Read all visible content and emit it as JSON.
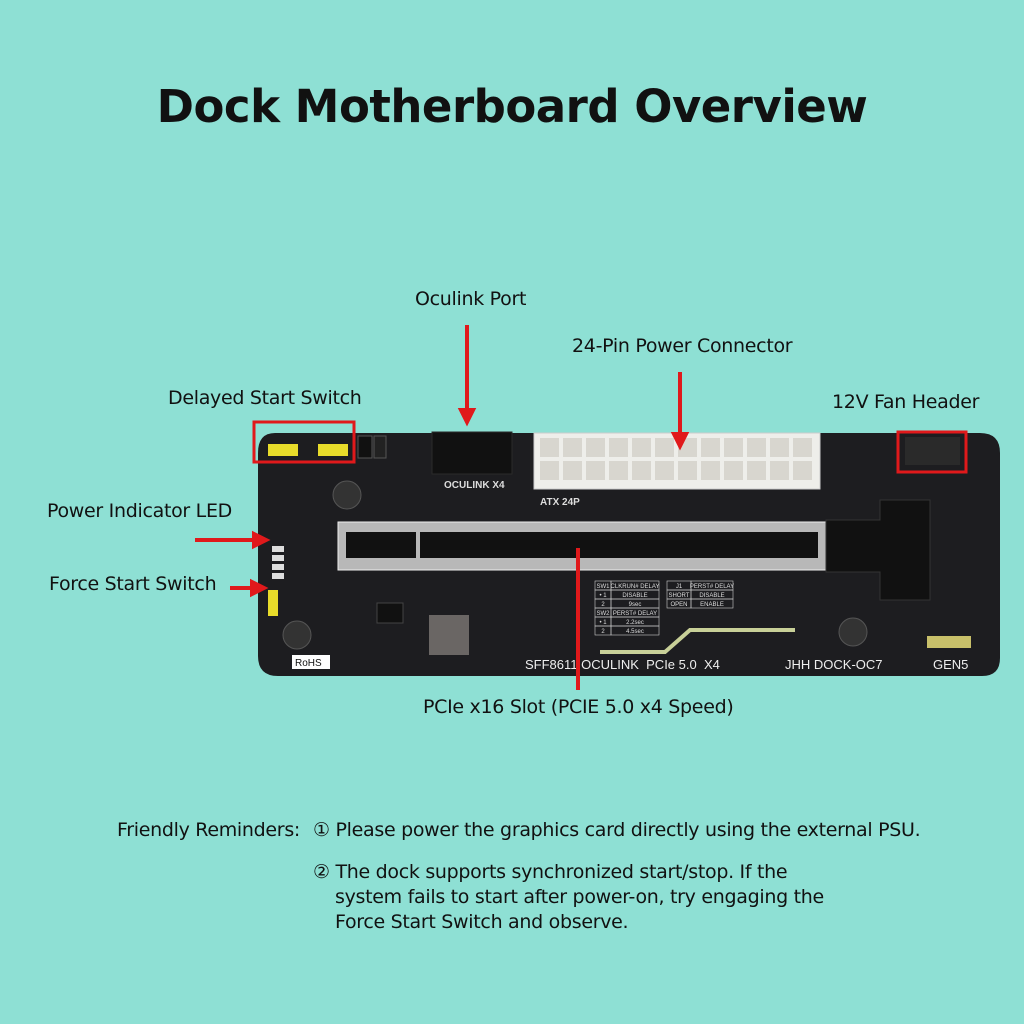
{
  "title": "Dock Motherboard Overview",
  "callouts": {
    "oculink_port": "Oculink Port",
    "power_connector": "24-Pin Power Connector",
    "delayed_start": "Delayed Start Switch",
    "fan_header": "12V Fan Header",
    "power_led": "Power Indicator LED",
    "force_start": "Force Start Switch",
    "pcie_slot": "PCIe x16 Slot (PCIE 5.0 x4 Speed)"
  },
  "board": {
    "oculink_silk": "OCULINK X4",
    "atx_silk": "ATX 24P",
    "model_silk": "SFF8611 OCULINK  PCIe 5.0  X4",
    "name_silk": "JHH DOCK-OC7",
    "gen_silk": "GEN5",
    "rohs": "RoHS",
    "sw1_table": [
      [
        "SW1",
        "CLKRUN# DELAY"
      ],
      [
        "• 1",
        "DISABLE"
      ],
      [
        "2",
        "9sec"
      ]
    ],
    "sw2_table": [
      [
        "SW2",
        "PERST# DELAY"
      ],
      [
        "• 1",
        "2.2sec"
      ],
      [
        "2",
        "4.5sec"
      ]
    ],
    "j1_table": [
      [
        "J1",
        "PERST# DELAY"
      ],
      [
        "SHORT",
        "DISABLE"
      ],
      [
        "OPEN",
        "ENABLE"
      ]
    ]
  },
  "colors": {
    "background": "#8EE0D4",
    "board": "#1d1d20",
    "highlight": "#e0191b"
  },
  "reminders": {
    "heading": "Friendly Reminders:",
    "items": [
      "① Please power the graphics card directly using the external PSU.",
      "② The dock supports synchronized start/stop. If the",
      "system fails to start after power-on, try engaging the",
      "Force Start Switch and observe."
    ]
  }
}
